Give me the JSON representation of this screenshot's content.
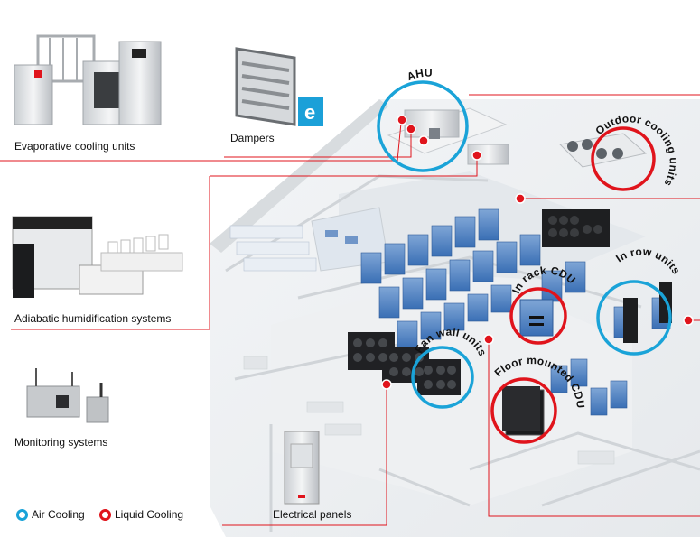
{
  "colors": {
    "air_cooling": "#1aa3d8",
    "liquid_cooling": "#e0141c",
    "callout_line": "#e0141c"
  },
  "products": {
    "evaporative": "Evaporative cooling units",
    "dampers": "Dampers",
    "adiabatic": "Adiabatic humidification systems",
    "monitoring": "Monitoring systems",
    "electrical": "Electrical panels"
  },
  "callouts": {
    "ahu": "AHU",
    "outdoor": "Outdoor cooling units",
    "in_rack": "In rack CDU",
    "in_row": "In row units",
    "fan_wall": "Fan wall units",
    "floor_mounted": "Floor mounted CDU"
  },
  "legend": {
    "air": "Air Cooling",
    "liquid": "Liquid Cooling"
  }
}
